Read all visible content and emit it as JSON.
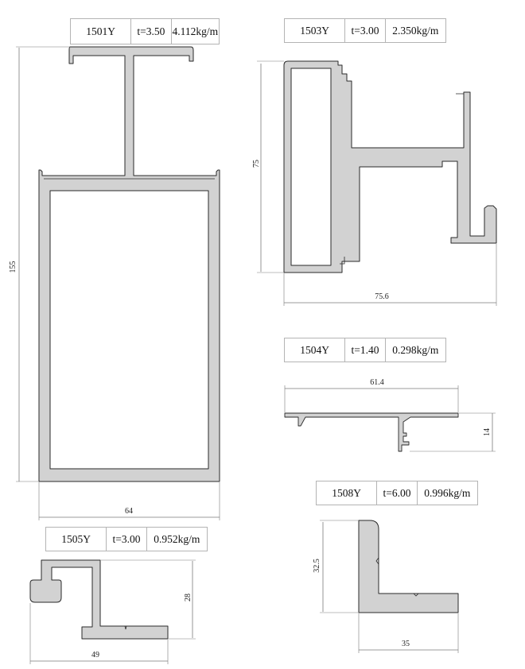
{
  "profiles": [
    {
      "code": "1501Y",
      "thickness": "t=3.50",
      "weight": "4.112kg/m",
      "dims": [
        "155",
        "64"
      ]
    },
    {
      "code": "1503Y",
      "thickness": "t=3.00",
      "weight": "2.350kg/m",
      "dims": [
        "75",
        "75.6"
      ]
    },
    {
      "code": "1504Y",
      "thickness": "t=1.40",
      "weight": "0.298kg/m",
      "dims": [
        "61.4",
        "14"
      ]
    },
    {
      "code": "1505Y",
      "thickness": "t=3.00",
      "weight": "0.952kg/m",
      "dims": [
        "28",
        "49"
      ]
    },
    {
      "code": "1508Y",
      "thickness": "t=6.00",
      "weight": "0.996kg/m",
      "dims": [
        "32.5",
        "35"
      ]
    }
  ],
  "colors": {
    "profile_fill": "#d2d2d2",
    "profile_stroke": "#2a2a2a",
    "dim_line": "#7a7a7a",
    "table_border": "#b4b4b4"
  }
}
